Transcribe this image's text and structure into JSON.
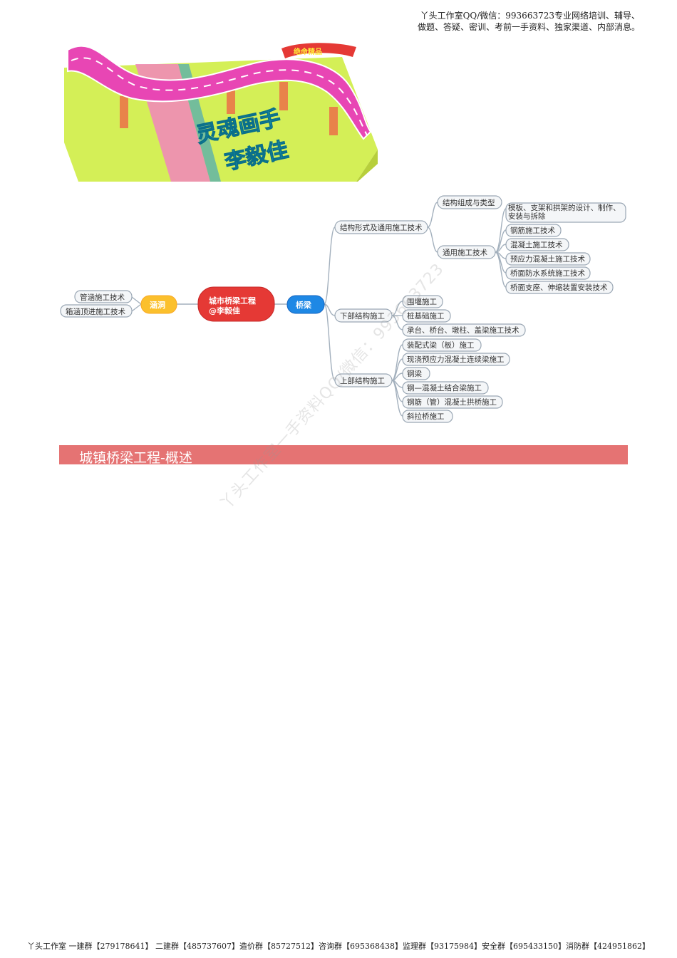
{
  "header": {
    "line1": "丫头工作室QQ/微信：993663723专业网络培训、辅导、",
    "line2": "做题、答疑、密训、考前一手资料、独家渠道、内部消息。"
  },
  "hero": {
    "banner_text": "绝命精品",
    "title_line1": "灵魂画手",
    "title_line2": "李毅佳"
  },
  "mindmap": {
    "center": "城市桥梁工程",
    "center_sub": "@李毅佳",
    "left_branch": "涵洞",
    "left_items": [
      "管涵施工技术",
      "箱涵顶进施工技术"
    ],
    "right_branch": "桥梁",
    "groups": [
      {
        "label": "结构形式及通用施工技术",
        "children": [
          {
            "label": "结构组成与类型",
            "children": []
          },
          {
            "label": "通用施工技术",
            "children": [
              "模板、支架和拱架的设计、制作、安装与拆除",
              "钢筋施工技术",
              "混凝土施工技术",
              "预应力混凝土施工技术",
              "桥面防水系统施工技术",
              "桥面支座、伸缩装置安装技术"
            ]
          }
        ]
      },
      {
        "label": "下部结构施工",
        "children": [
          "围堰施工",
          "桩基础施工",
          "承台、桥台、墩柱、盖梁施工技术"
        ]
      },
      {
        "label": "上部结构施工",
        "children": [
          "装配式梁（板）施工",
          "现浇预应力混凝土连续梁施工",
          "钢梁",
          "钢—混凝土结合梁施工",
          "钢筋（管）混凝土拱桥施工",
          "斜拉桥施工"
        ]
      }
    ]
  },
  "section": {
    "title": "城镇桥梁工程-概述"
  },
  "watermark": "丫头工作室一手资料QQ/微信：993663723",
  "footer": {
    "text": "丫头工作室 一建群【279178641】 二建群【485737607】造价群【85727512】咨询群【695368438】监理群【93175984】安全群【695433150】消防群【424951862】"
  },
  "colors": {
    "center_node": "#e53935",
    "left_branch": "#fbc02d",
    "right_branch": "#1e88e5",
    "section_bar": "#e57373",
    "road": "#e846b4",
    "ground": "#d7f05a"
  }
}
